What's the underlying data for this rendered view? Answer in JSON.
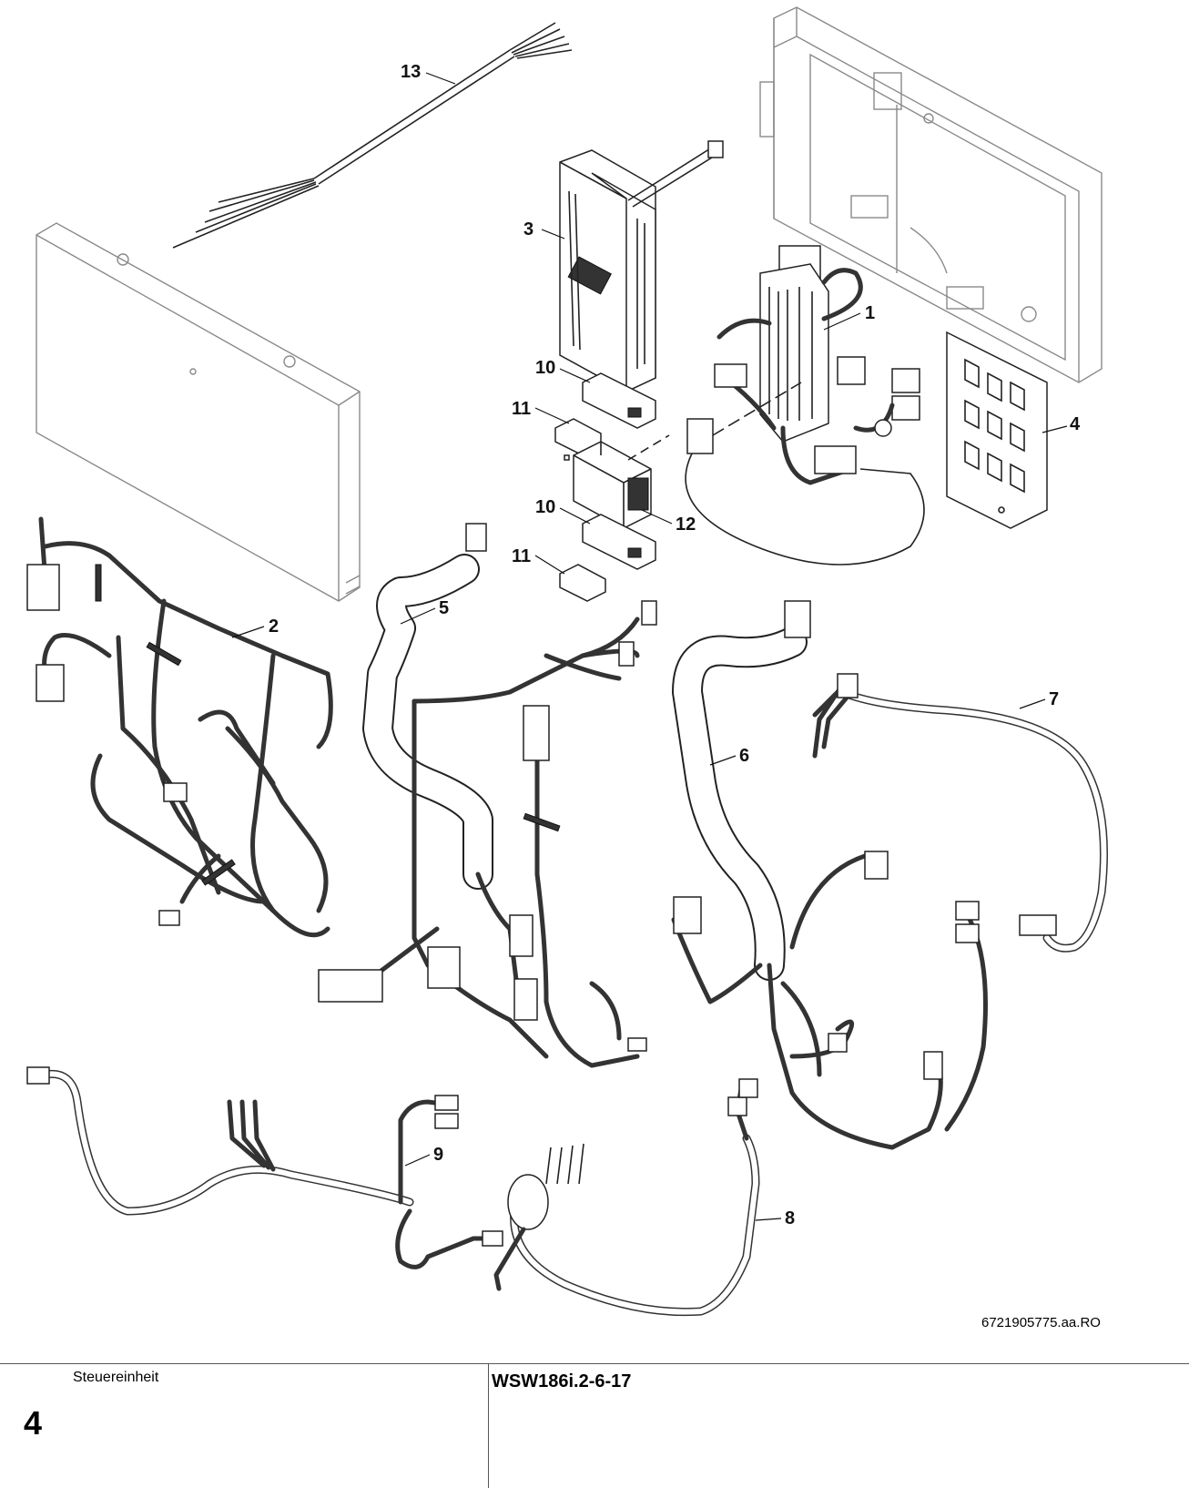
{
  "callouts": [
    {
      "id": "1",
      "label": "1"
    },
    {
      "id": "2",
      "label": "2"
    },
    {
      "id": "3",
      "label": "3"
    },
    {
      "id": "4",
      "label": "4"
    },
    {
      "id": "5",
      "label": "5"
    },
    {
      "id": "6",
      "label": "6"
    },
    {
      "id": "7",
      "label": "7"
    },
    {
      "id": "8",
      "label": "8"
    },
    {
      "id": "9",
      "label": "9"
    },
    {
      "id": "10a",
      "label": "10"
    },
    {
      "id": "10b",
      "label": "10"
    },
    {
      "id": "11a",
      "label": "11"
    },
    {
      "id": "11b",
      "label": "11"
    },
    {
      "id": "12",
      "label": "12"
    },
    {
      "id": "13",
      "label": "13"
    }
  ],
  "drawing_reference": "6721905775.aa.RO",
  "footer": {
    "group_name": "Steuereinheit",
    "group_number": "4",
    "model": "WSW186i.2-6-17"
  }
}
